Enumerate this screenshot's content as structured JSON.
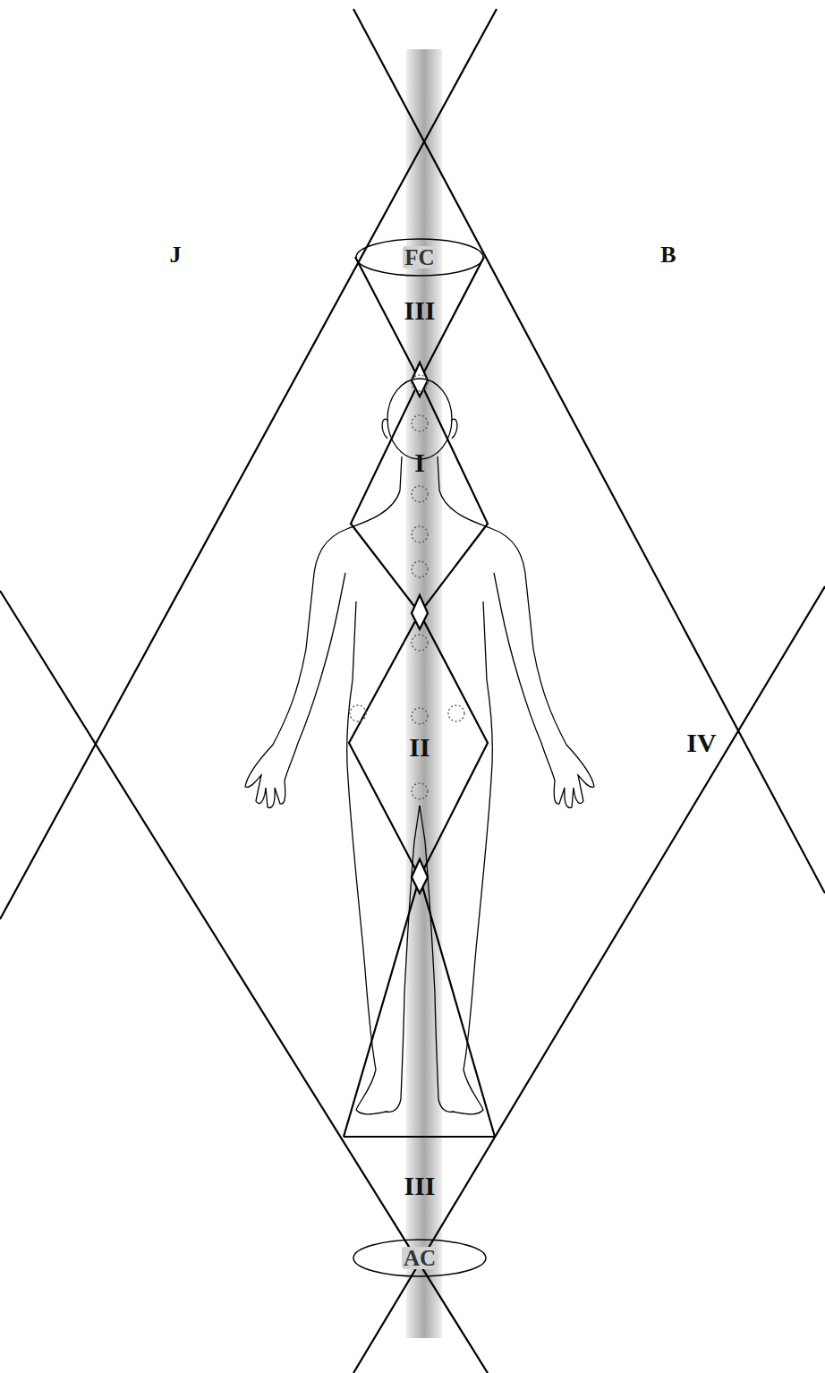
{
  "diagram": {
    "nodes": [
      {
        "text": [
          "FC"
        ]
      },
      {
        "text": [
          "AC"
        ]
      }
    ],
    "labels": [
      "J",
      "B",
      "III",
      "I",
      "II",
      "IV",
      "III"
    ]
  }
}
